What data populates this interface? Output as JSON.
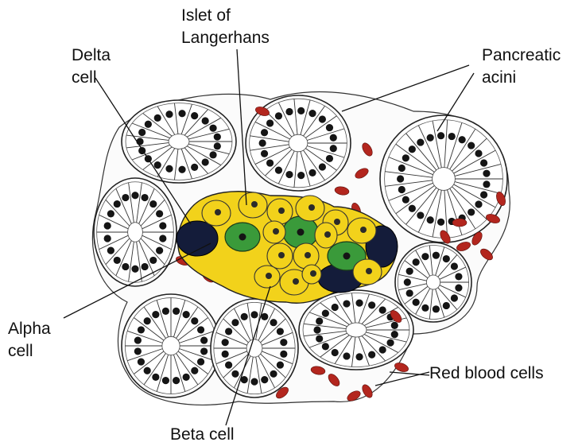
{
  "labels": {
    "islet_line1": "Islet of",
    "islet_line2": "Langerhans",
    "delta_line1": "Delta",
    "delta_line2": "cell",
    "acini_line1": "Pancreatic",
    "acini_line2": "acini",
    "alpha_line1": "Alpha",
    "alpha_line2": "cell",
    "rbc": "Red blood cells",
    "beta": "Beta cell"
  },
  "colors": {
    "alpha_cell": "#f2d21b",
    "beta_cell": "#3a9a3a",
    "delta_cell": "#141c3a",
    "red_blood_cell": "#b3261e",
    "acinar_cell": "#ffffff",
    "nucleus": "#151515",
    "outline": "#222222"
  }
}
